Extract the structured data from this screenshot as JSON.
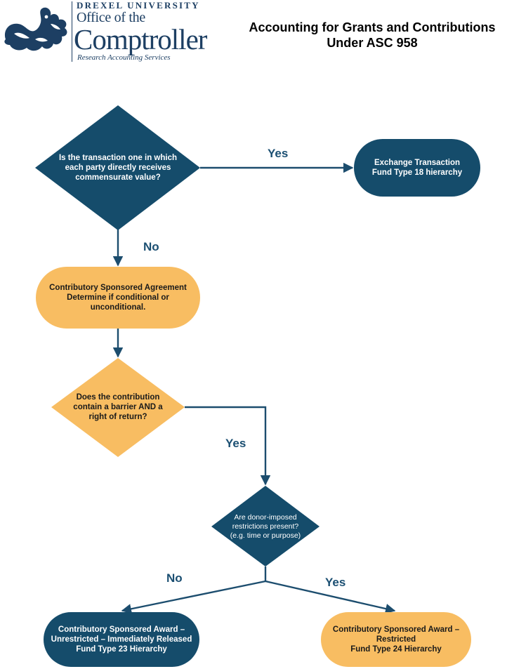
{
  "header": {
    "university": "DREXEL UNIVERSITY",
    "office_line1": "Office of the",
    "office_line2": "Comptroller",
    "subtitle": "Research Accounting Services",
    "title_line1": "Accounting for Grants and Contributions",
    "title_line2": "Under ASC 958"
  },
  "colors": {
    "navy": "#154c6b",
    "orange": "#f8bd62",
    "arrow": "#1c4d6e",
    "logo": "#1d3f63"
  },
  "nodes": {
    "q1": {
      "lines": [
        "Is the transaction one in which",
        "each party directly receives",
        "commensurate value?"
      ]
    },
    "exchange": {
      "lines": [
        "Exchange Transaction",
        "Fund Type 18 hierarchy"
      ]
    },
    "contrib": {
      "lines": [
        "Contributory Sponsored Agreement",
        "Determine if conditional or",
        "unconditional."
      ]
    },
    "q2": {
      "lines": [
        "Does the contribution",
        "contain a barrier AND a",
        "right of return?"
      ]
    },
    "q3": {
      "lines": [
        "Are donor-imposed",
        "restrictions present?",
        "(e.g. time or purpose)"
      ]
    },
    "unrestricted": {
      "lines": [
        "Contributory Sponsored Award –",
        "Unrestricted – Immediately Released",
        "Fund Type 23 Hierarchy"
      ]
    },
    "restricted": {
      "lines": [
        "Contributory Sponsored Award –",
        "Restricted",
        "Fund Type 24 Hierarchy"
      ]
    }
  },
  "edge_labels": {
    "q1_yes": "Yes",
    "q1_no": "No",
    "q2_yes": "Yes",
    "q3_no": "No",
    "q3_yes": "Yes"
  }
}
